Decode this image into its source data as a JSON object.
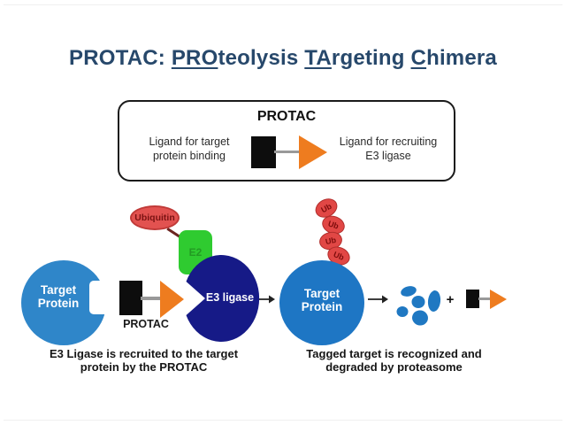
{
  "title": {
    "pre": "PROTAC: ",
    "u1": "PRO",
    "m1": "teolysis ",
    "u2": "TA",
    "m2": "rgeting ",
    "u3": "C",
    "post": "himera"
  },
  "legend": {
    "heading": "PROTAC",
    "left_label_line1": "Ligand for target",
    "left_label_line2": "protein binding",
    "right_label_line1": "Ligand for recruiting",
    "right_label_line2": "E3 ligase"
  },
  "diagram": {
    "ubiquitin_label": "Ubiquitin",
    "e2_label": "E2",
    "left_target_line1": "Target",
    "left_target_line2": "Protein",
    "protac_label": "PROTAC",
    "e3_ligase_label": "E3 ligase",
    "right_target_line1": "Target",
    "right_target_line2": "Protein",
    "ub_labels": [
      "Ub",
      "Ub",
      "Ub",
      "Ub"
    ],
    "plus_sign": "+"
  },
  "captions": {
    "left_line1": "E3 Ligase is recruited to the target",
    "left_line2": "protein by the PROTAC",
    "right_line1": "Tagged target is recognized and",
    "right_line2": "degraded by proteasome"
  },
  "colors": {
    "title_text": "#27486B",
    "target_protein_left": "#2F86C9",
    "target_protein_right": "#1E76C4",
    "e3_ligase_navy": "#161A87",
    "e2_green": "#2FCB30",
    "ubiquitin_red": "#E14745",
    "ligand_black": "#0D0D0D",
    "arrow_orange": "#EE7C1F",
    "linker_gray": "#999999",
    "fragments_blue": "#1F78C2"
  }
}
